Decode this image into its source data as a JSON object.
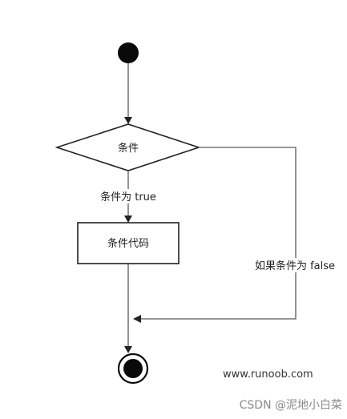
{
  "flowchart": {
    "decision_label": "条件",
    "process_label": "条件代码",
    "true_edge_label": "条件为 true",
    "false_edge_label": "如果条件为 false"
  },
  "watermarks": {
    "site": "www.runoob.com",
    "csdn": "CSDN @泥地小白菜"
  }
}
